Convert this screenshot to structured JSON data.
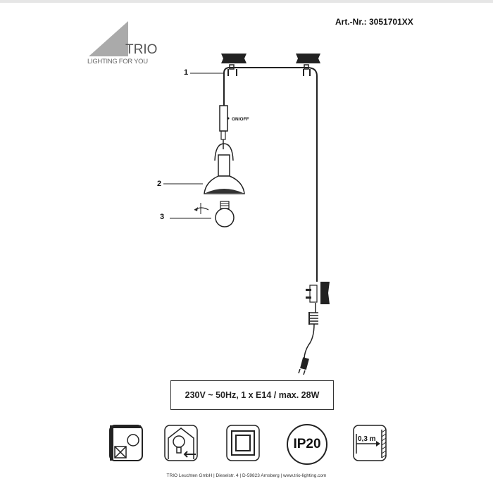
{
  "header": {
    "article_number": "Art.-Nr.: 3051701XX",
    "logo": {
      "brand": "TRIO",
      "tagline": "LIGHTING FOR YOU"
    }
  },
  "diagram": {
    "callouts": [
      "1",
      "2",
      "3"
    ],
    "switch_label": "ON/OFF"
  },
  "spec": "230V ~ 50Hz, 1 x E14 / max. 28W",
  "symbols": {
    "ip_rating": "IP20",
    "min_distance": "0,3 m",
    "icons": [
      "no-surface-mounting-icon",
      "indoor-use-icon",
      "protection-class-2-icon",
      "ip20-icon",
      "min-distance-icon"
    ]
  },
  "footer": "TRIO Leuchten GmbH  |  Dieselstr. 4  |  D-59823 Arnsberg  |  www.trio-lighting.com"
}
